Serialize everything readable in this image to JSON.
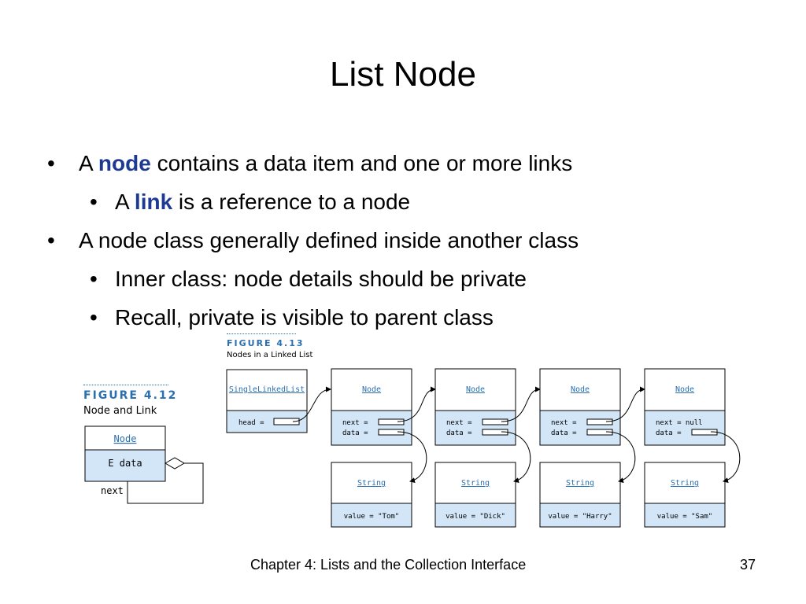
{
  "title": "List Node",
  "bullets": [
    {
      "pre": "A ",
      "kw": "node",
      "post": " contains a data item and one or more links"
    },
    {
      "pre": "A ",
      "kw": "link",
      "post": " is a reference to a node"
    },
    {
      "text": "A node class generally defined inside another class"
    },
    {
      "text": "Inner class: node details should be private"
    },
    {
      "text": "Recall, private is visible to parent class"
    }
  ],
  "bullet_glyph": "•",
  "figure_413": {
    "number": "FIGURE 4.13",
    "caption": "Nodes in a Linked List",
    "list_class": "SingleLinkedList",
    "head_label": "head =",
    "node_class": "Node",
    "next_label": "next =",
    "next_null_label": "next = null",
    "data_label": "data =",
    "string_class": "String",
    "values": [
      "value = \"Tom\"",
      "value = \"Dick\"",
      "value = \"Harry\"",
      "value = \"Sam\""
    ]
  },
  "figure_412": {
    "number": "FIGURE 4.12",
    "caption": "Node and Link",
    "node_class": "Node",
    "field": "E data",
    "link_label": "next"
  },
  "colors": {
    "box_fill": "#d3e6f7",
    "accent": "#2a6fb0",
    "keyword": "#1f3a93"
  },
  "footer": {
    "text": "Chapter 4: Lists and the Collection Interface",
    "page": "37"
  }
}
